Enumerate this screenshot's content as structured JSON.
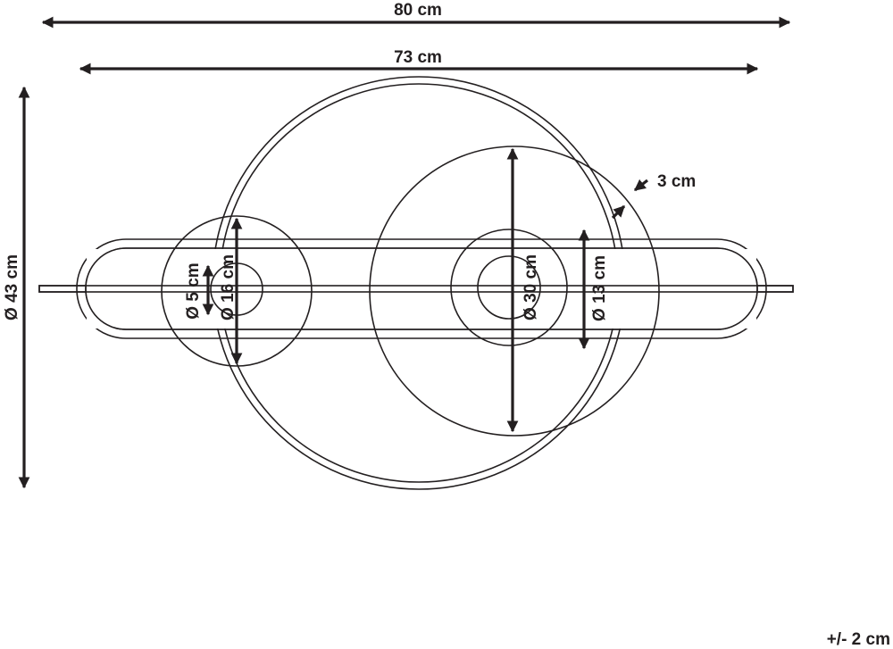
{
  "dimensions": {
    "total_width": "80 cm",
    "frame_width": "73 cm",
    "frame_diameter": "Ø 43 cm",
    "large_disc_diameter": "Ø 30 cm",
    "large_inner_diameter": "Ø 13 cm",
    "small_disc_diameter": "Ø 16 cm",
    "small_inner_diameter": "Ø 5 cm",
    "depth": "3 cm"
  },
  "tolerance": "+/- 2 cm",
  "colors": {
    "line": "#231f20",
    "background": "#ffffff"
  }
}
